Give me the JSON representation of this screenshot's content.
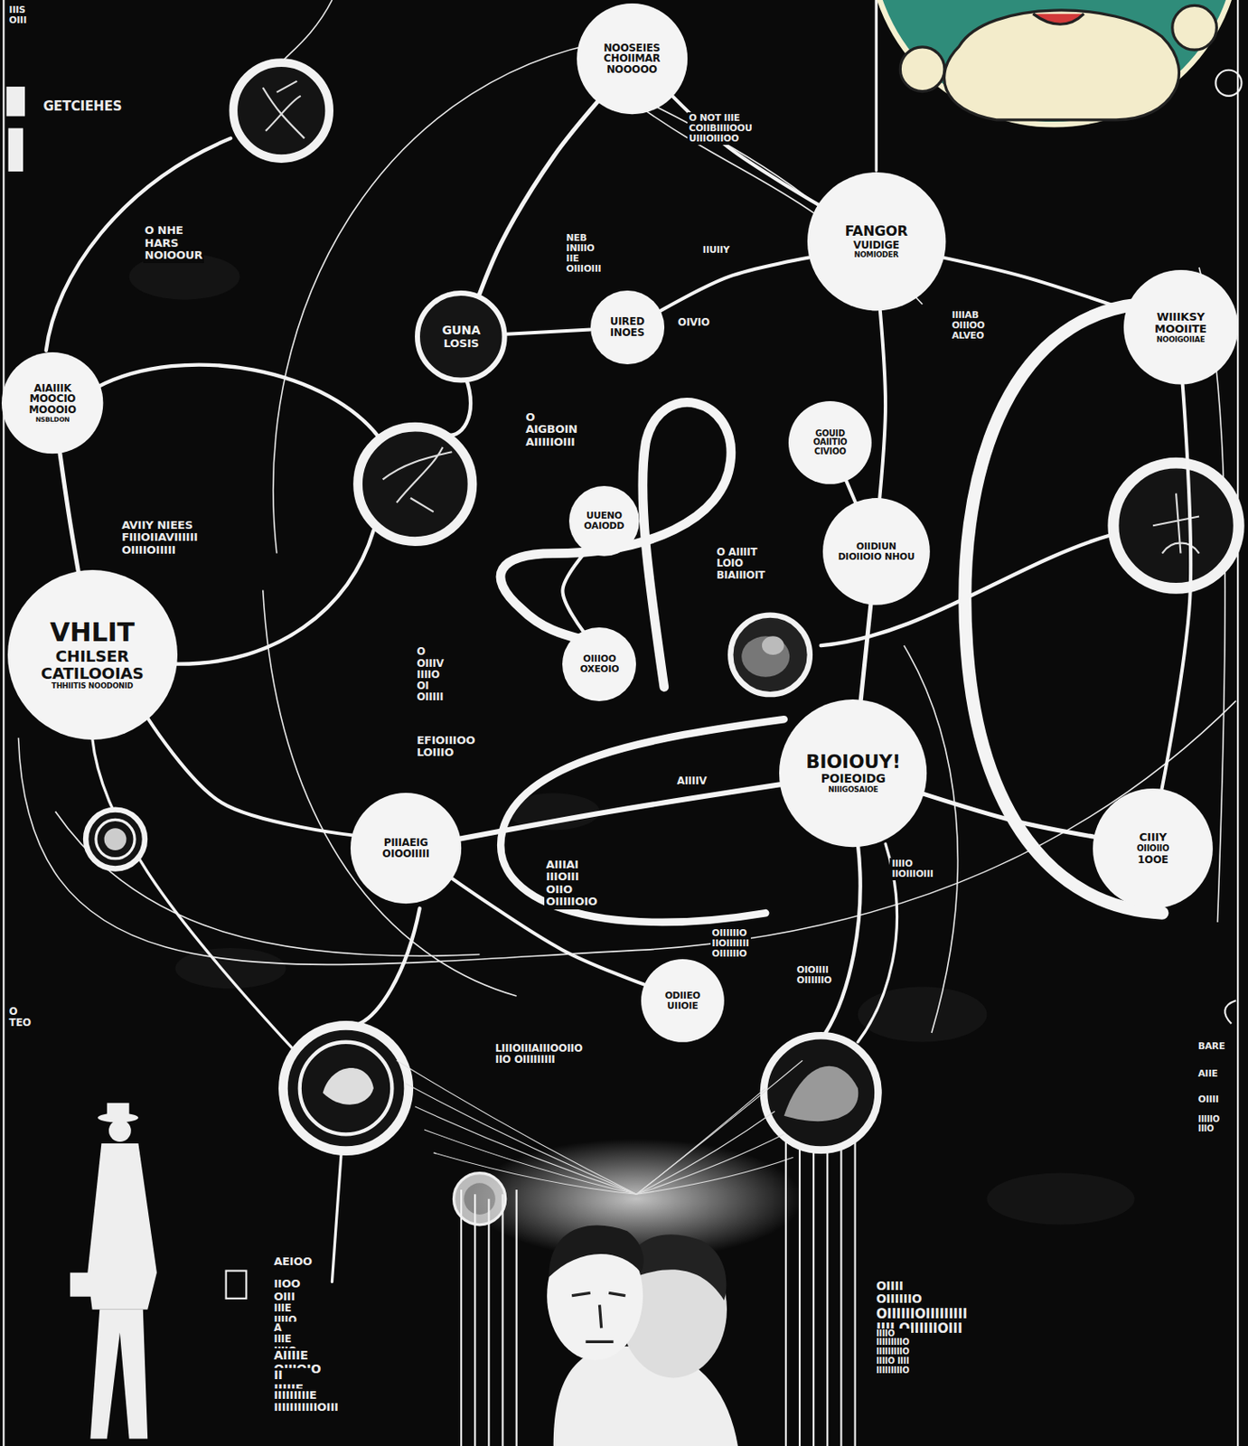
{
  "diagram": {
    "nodes": [
      {
        "text": [
          "NOOSEIES CHOIIMAR NOOOOO"
        ]
      },
      {
        "text": [
          "FANGOR",
          "VUIDIGE",
          "NOMIODER"
        ]
      },
      {
        "text": [
          "WIIIKSY MOOIITE",
          "NOOIGOIIAE"
        ]
      },
      {
        "text": [
          "GUNA",
          "LOSIS"
        ]
      },
      {
        "text": [
          "UIRED INOES"
        ]
      },
      {
        "text": [
          "AIAIIIK MOOCIO MOOOIO",
          "NSBLDON"
        ]
      },
      {
        "text": [
          "GOUID OAIITIO CIVIOO"
        ]
      },
      {
        "text": [
          "UUENO OAIODD"
        ]
      },
      {
        "text": [
          "OIIDIUN DIOIIOIO NHOU"
        ]
      },
      {
        "text": [
          "VHLIT",
          "CHILSER CATILOOIAS",
          "THHIITIS NOODONID"
        ]
      },
      {
        "text": [
          "OIIIOO OXEOIO"
        ]
      },
      {
        "text": [
          "BIOIOUY!",
          "POIEOIDG",
          "NIIIGOSAIOE"
        ]
      },
      {
        "text": [
          "PIIIAEIG OIOOIIIII"
        ]
      },
      {
        "text": [
          "CIIIY",
          "OIIOIIO",
          "1OOE"
        ]
      },
      {
        "text": [
          "ODIIEO UIIOIE"
        ]
      }
    ],
    "edges": [
      {
        "from": 0,
        "to": 1,
        "arrow": "none"
      },
      {
        "from": 0,
        "to": 3,
        "arrow": "none"
      },
      {
        "from": 1,
        "to": 4,
        "arrow": "none"
      },
      {
        "from": 3,
        "to": 4,
        "arrow": "none"
      },
      {
        "from": 1,
        "to": 2,
        "arrow": "none"
      },
      {
        "from": 5,
        "to": 9,
        "arrow": "none"
      },
      {
        "from": 6,
        "to": 8,
        "arrow": "none"
      },
      {
        "from": 1,
        "to": 8,
        "arrow": "none"
      },
      {
        "from": 7,
        "to": 10,
        "arrow": "none"
      },
      {
        "from": 8,
        "to": 11,
        "arrow": "none"
      },
      {
        "from": 12,
        "to": 11,
        "arrow": "none"
      },
      {
        "from": 11,
        "to": 13,
        "arrow": "none"
      },
      {
        "from": 2,
        "to": 13,
        "arrow": "none"
      },
      {
        "from": 12,
        "to": 14,
        "arrow": "none"
      },
      {
        "from": 9,
        "to": 12,
        "arrow": "none"
      }
    ],
    "labels": [
      "GETCIEHES",
      "O NOT IIIE COIIBIIIIOOU UIIIOIIIOO",
      "O NHE HARS NOIOOUR",
      "NEB INIIIO IIE OIIIOIII",
      "IIUIIY",
      "OIVIO",
      "IIIIAB OIIIOO ALVEO",
      "O AIGBOIN AIIIIIOIII",
      "AVIIY NIEES FIIIOIIAVIIIIII OIIIIOIIIII",
      "O AIIIIT LOIO BIAIIIOIT",
      "O OIIIV IIIIO OI OIIIII",
      "EFIOIIIOO LOIIIO",
      "AIIIIV",
      "AIIIAI IIIOIII OIIO OIIIIIOIO",
      "IIIIO IIOIIIOIII",
      "OIIIIIIO IIOIIIIIII OIIIIIIO",
      "OIOIIII OIIIIIIO",
      "LIIIOIIIAIIIOOIIO IIO OIIIIIIIII",
      "O TEO",
      "IIIS OIII",
      "AEIOO",
      "IIOO OIII",
      "IIIE IIIIO OIII",
      "A IIIE IIIIO IIIII",
      "AIIIIE OIIIOIO",
      "II IIIIIE IIIIIIO",
      "IIIIIIIIIE IIIIIIIIIIIOIII",
      "OIIII OIIIIIIO",
      "OIIIIIIOIIIIIIIII IIII OIIIIIIOIII",
      "IIIIO IIIIIIIIIO IIIIIIIIIO IIIIO IIII IIIIIIIIIO",
      "BARE",
      "AIIE",
      "OIIII",
      "IIIIIO IIIO"
    ]
  }
}
